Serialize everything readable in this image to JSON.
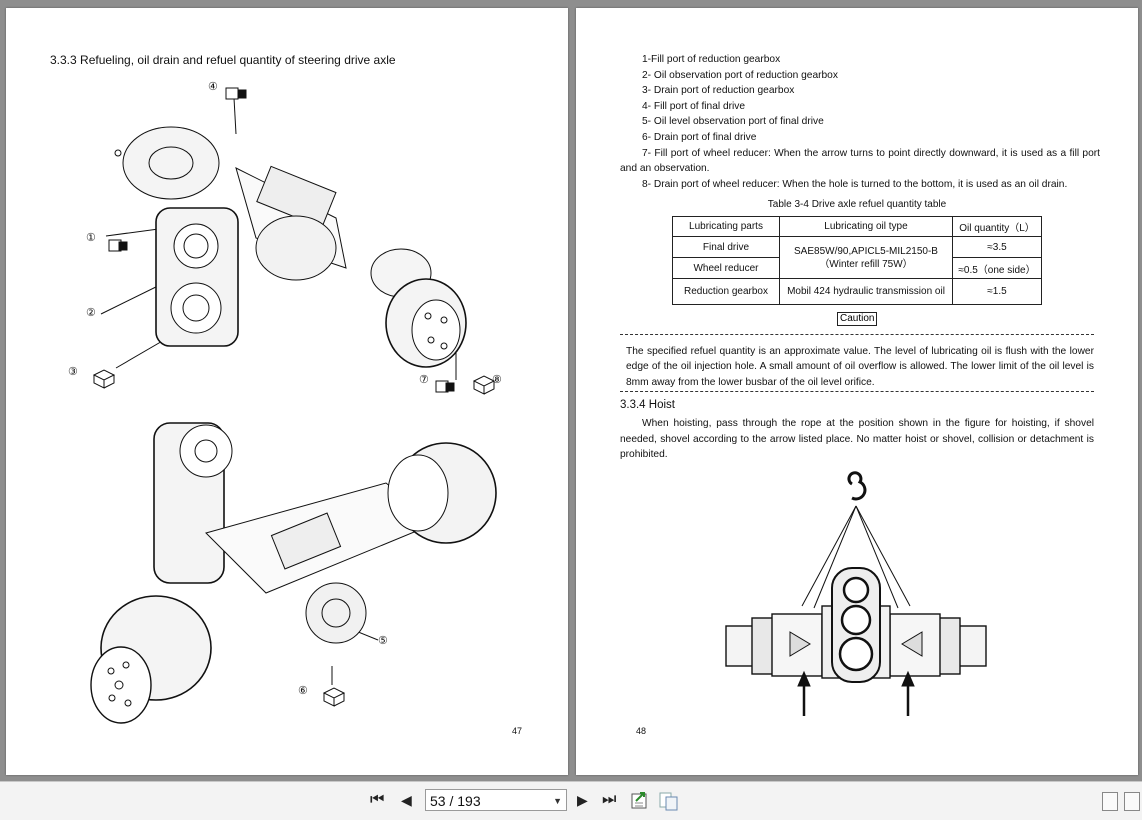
{
  "left_page": {
    "section_title": "3.3.3   Refueling, oil drain and refuel quantity of steering drive axle",
    "callouts": [
      "①",
      "②",
      "③",
      "④",
      "⑤",
      "⑥",
      "⑦",
      "⑧"
    ],
    "page_number": "47"
  },
  "right_page": {
    "list_items": [
      "1-Fill port of reduction gearbox",
      "2- Oil observation port of reduction gearbox",
      "3- Drain port of reduction gearbox",
      "4- Fill port of final drive",
      "5- Oil level observation port of final drive",
      "6- Drain port of final drive",
      "7- Fill port of wheel reducer: When the arrow turns to point directly downward, it is used as a fill port and an observation.",
      "8- Drain port of wheel reducer: When the hole is turned to the bottom, it is used as an oil drain."
    ],
    "table_caption": "Table 3-4 Drive axle refuel quantity table",
    "table": {
      "headers": [
        "Lubricating parts",
        "Lubricating oil type",
        "Oil quantity（L）"
      ],
      "rows": [
        {
          "part": "Final drive",
          "qty": "≈3.5"
        },
        {
          "part": "Wheel reducer",
          "qty": "≈0.5（one side）"
        },
        {
          "part": "Reduction gearbox",
          "type": "Mobil 424 hydraulic transmission oil",
          "qty": "≈1.5"
        }
      ],
      "merged_type": "SAE85W/90,APICL5-MIL2150-B（Winter refill 75W）"
    },
    "caution_label": "Caution",
    "caution_text": "The specified refuel quantity is an approximate value. The level of lubricating oil is flush with the lower edge of the oil injection hole. A small amount of oil overflow is allowed. The lower limit of the oil level is 8mm away from the lower busbar of the oil level orifice.",
    "hoist_title": "3.3.4   Hoist",
    "hoist_text": "When hoisting, pass through the rope at the position shown in the figure for hoisting, if shovel needed, shovel according to the arrow listed place. No matter hoist or shovel, collision or detachment is prohibited.",
    "page_number": "48"
  },
  "toolbar": {
    "page_indicator": "53 / 193",
    "first": "⏮",
    "prev": "◀",
    "next": "▶",
    "last": "⏭"
  }
}
